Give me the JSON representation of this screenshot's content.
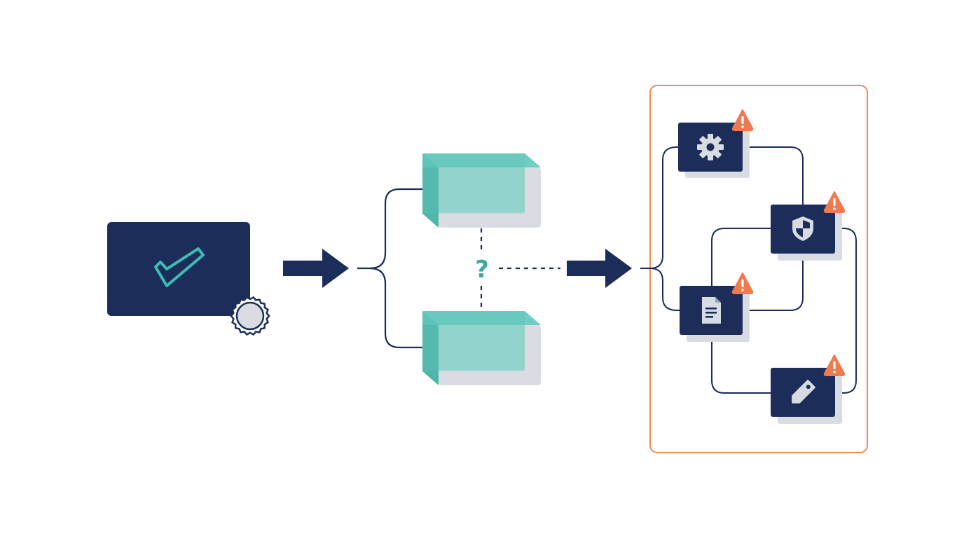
{
  "colors": {
    "navy": "#1c2d5a",
    "teal": "#5ec4b8",
    "teal_light": "#a9ddd7",
    "gray_back": "#d9dde3",
    "checkmark": "#3bbdb3",
    "warning": "#ee7a4f",
    "frame": "#ef8a5d",
    "icon_light": "#d7dbe2"
  },
  "diagram": {
    "question_mark": "?",
    "stages": [
      {
        "name": "verified-source",
        "icon": "check-icon",
        "badge": "seal-badge"
      },
      {
        "name": "ambiguous-split",
        "branches": 2,
        "link": "dashed-uncertain"
      },
      {
        "name": "flagged-group",
        "items": [
          {
            "icon": "gear-icon",
            "warning": "warning-icon"
          },
          {
            "icon": "shield-icon",
            "warning": "warning-icon"
          },
          {
            "icon": "document-icon",
            "warning": "warning-icon"
          },
          {
            "icon": "tag-icon",
            "warning": "warning-icon"
          }
        ]
      }
    ]
  }
}
